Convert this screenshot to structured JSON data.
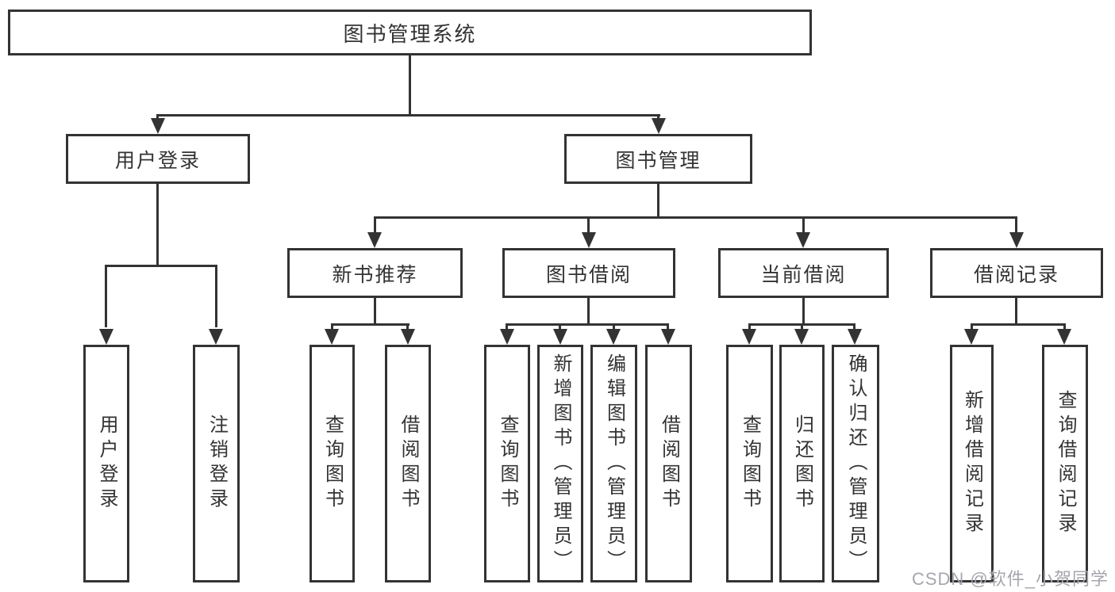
{
  "diagram": {
    "title": "图书管理系统",
    "root": {
      "label": "图书管理系统"
    },
    "level1": [
      {
        "label": "用户登录"
      },
      {
        "label": "图书管理"
      }
    ],
    "level2": [
      {
        "label": "新书推荐"
      },
      {
        "label": "图书借阅"
      },
      {
        "label": "当前借阅"
      },
      {
        "label": "借阅记录"
      }
    ],
    "leaves": {
      "user": [
        "用户登录",
        "注销登录"
      ],
      "recommend": [
        "查询图书",
        "借阅图书"
      ],
      "borrow": [
        "查询图书",
        "新增图书（管理员）",
        "编辑图书（管理员）",
        "借阅图书"
      ],
      "current": [
        "查询图书",
        "归还图书",
        "确认归还（管理员）"
      ],
      "records": [
        "新增借阅记录",
        "查询借阅记录"
      ]
    },
    "colors": {
      "line": "#333333",
      "text": "#333333",
      "background": "#ffffff",
      "watermark": "#a6a6ad"
    }
  },
  "watermark": {
    "text": "CSDN @软件_小贺同学"
  }
}
